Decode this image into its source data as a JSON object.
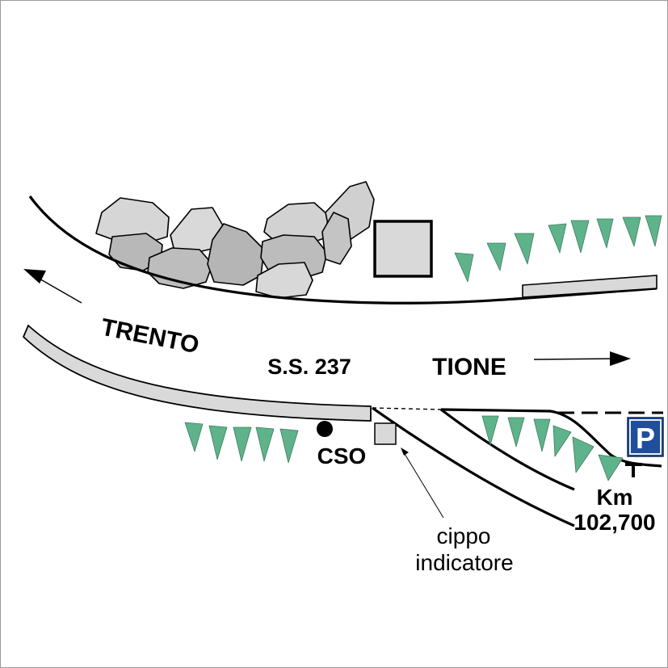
{
  "labels": {
    "west_destination": "TRENTO",
    "road_name": "S.S. 237",
    "east_destination": "TIONE",
    "marker_label": "CSO",
    "stone_caption_line1": "cippo",
    "stone_caption_line2": "indicatore",
    "km_line1": "Km",
    "km_line2": "102,700",
    "parking_letter": "P"
  },
  "colors": {
    "road_edge": "#000000",
    "curb_fill": "#d9d9d9",
    "rock_light": "#d6d6d6",
    "rock_dark": "#b8b8b8",
    "shrub": "#5fb38a",
    "parking_bg": "#1f4e9c",
    "parking_fg": "#ffffff"
  },
  "icons": {
    "parking": "parking-sign-icon",
    "west_arrow": "arrow-left-icon",
    "east_arrow": "arrow-right-icon",
    "marker": "black-dot-icon",
    "shrub": "grass-tuft-icon",
    "rock": "boulder-icon",
    "building": "square-building-icon"
  }
}
